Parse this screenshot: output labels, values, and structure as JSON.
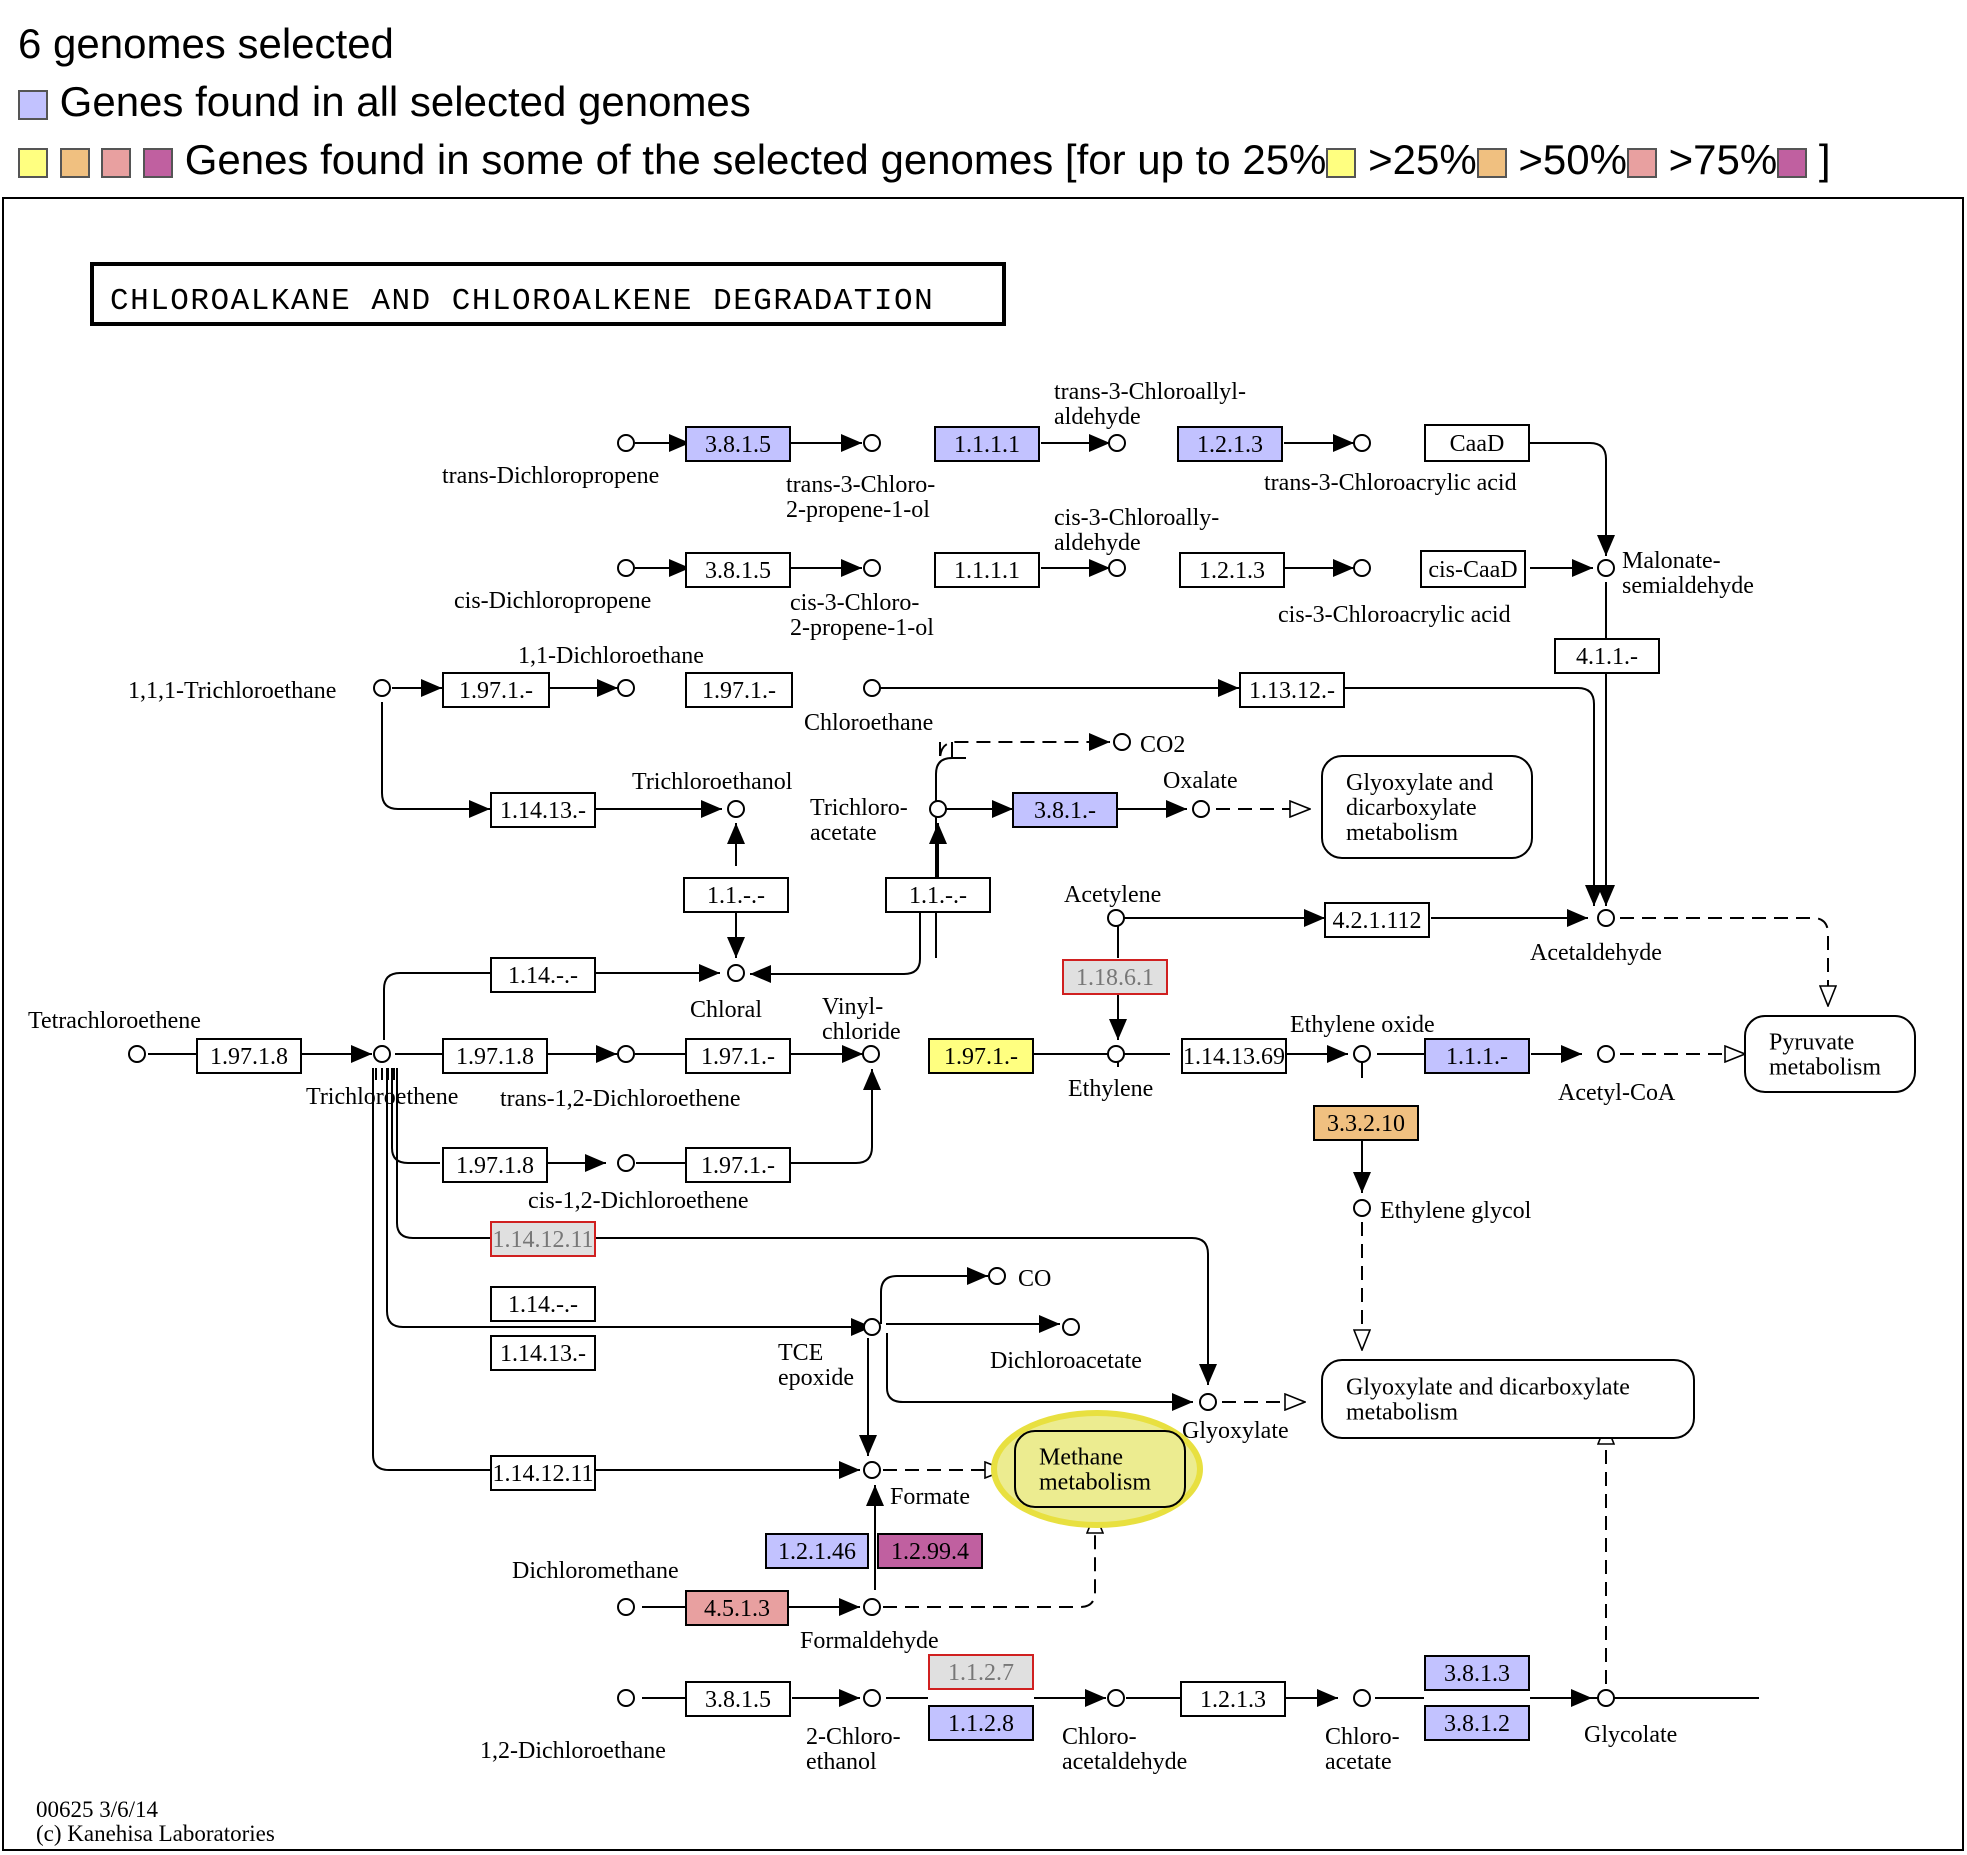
{
  "legend": {
    "genomes_selected": "6 genomes selected",
    "all_label": "Genes found in all selected genomes",
    "some_label": "Genes found in some of the selected genomes [for up to 25%",
    "gt25": ">25%",
    "gt50": ">50%",
    "gt75": ">75%",
    "close": "]"
  },
  "colors": {
    "all": "#c2c2ff",
    "upto25": "#ffff80",
    "gt25": "#f0c080",
    "gt50": "#e8a0a0",
    "gt75": "#c060a0",
    "none": "#ffffff",
    "missing": "#e0e0e0",
    "missing_border": "#d02020",
    "highlight": "#ecec90",
    "highlight_ring": "#e8e040"
  },
  "map": {
    "title": "CHLOROALKANE AND CHLOROALKENE DEGRADATION",
    "map_id": "00625 3/6/14",
    "copyright": "(c) Kanehisa Laboratories"
  },
  "enzymes": [
    {
      "id": "e1",
      "label": "3.8.1.5",
      "status": "all"
    },
    {
      "id": "e2",
      "label": "1.1.1.1",
      "status": "all"
    },
    {
      "id": "e3",
      "label": "1.2.1.3",
      "status": "all"
    },
    {
      "id": "e4",
      "label": "CaaD",
      "status": "none"
    },
    {
      "id": "e5",
      "label": "3.8.1.5",
      "status": "none"
    },
    {
      "id": "e6",
      "label": "1.1.1.1",
      "status": "none"
    },
    {
      "id": "e7",
      "label": "1.2.1.3",
      "status": "none"
    },
    {
      "id": "e8",
      "label": "cis-CaaD",
      "status": "none"
    },
    {
      "id": "e9",
      "label": "4.1.1.-",
      "status": "none"
    },
    {
      "id": "e10",
      "label": "1.97.1.-",
      "status": "none"
    },
    {
      "id": "e11",
      "label": "1.97.1.-",
      "status": "none"
    },
    {
      "id": "e12",
      "label": "1.13.12.-",
      "status": "none"
    },
    {
      "id": "e13",
      "label": "1.14.13.-",
      "status": "none"
    },
    {
      "id": "e14",
      "label": "3.8.1.-",
      "status": "all"
    },
    {
      "id": "e15",
      "label": "1.1.-.-",
      "status": "none"
    },
    {
      "id": "e16",
      "label": "1.1.-.-",
      "status": "none"
    },
    {
      "id": "e17",
      "label": "1.18.6.1",
      "status": "missing"
    },
    {
      "id": "e18",
      "label": "4.2.1.112",
      "status": "none"
    },
    {
      "id": "e19",
      "label": "1.14.-.-",
      "status": "none"
    },
    {
      "id": "e20",
      "label": "1.97.1.8",
      "status": "none"
    },
    {
      "id": "e21",
      "label": "1.97.1.8",
      "status": "none"
    },
    {
      "id": "e22",
      "label": "1.97.1.-",
      "status": "none"
    },
    {
      "id": "e23",
      "label": "1.97.1.-",
      "status": "upto25"
    },
    {
      "id": "e24",
      "label": "1.14.13.69",
      "status": "none"
    },
    {
      "id": "e25",
      "label": "1.1.1.-",
      "status": "all"
    },
    {
      "id": "e26",
      "label": "3.3.2.10",
      "status": "gt25"
    },
    {
      "id": "e27",
      "label": "1.97.1.8",
      "status": "none"
    },
    {
      "id": "e28",
      "label": "1.97.1.-",
      "status": "none"
    },
    {
      "id": "e29",
      "label": "1.14.12.11",
      "status": "missing"
    },
    {
      "id": "e30",
      "label": "1.14.-.-",
      "status": "none"
    },
    {
      "id": "e31",
      "label": "1.14.13.-",
      "status": "none"
    },
    {
      "id": "e32",
      "label": "1.14.12.11",
      "status": "none"
    },
    {
      "id": "e33",
      "label": "1.2.1.46",
      "status": "all"
    },
    {
      "id": "e34",
      "label": "1.2.99.4",
      "status": "gt75"
    },
    {
      "id": "e35",
      "label": "4.5.1.3",
      "status": "gt50"
    },
    {
      "id": "e36",
      "label": "3.8.1.5",
      "status": "none"
    },
    {
      "id": "e37",
      "label": "1.1.2.7",
      "status": "missing"
    },
    {
      "id": "e38",
      "label": "1.1.2.8",
      "status": "all"
    },
    {
      "id": "e39",
      "label": "1.2.1.3",
      "status": "none"
    },
    {
      "id": "e40",
      "label": "3.8.1.3",
      "status": "all"
    },
    {
      "id": "e41",
      "label": "3.8.1.2",
      "status": "all"
    }
  ],
  "compounds": [
    {
      "id": "c1",
      "lines": [
        "trans-Dichloropropene"
      ]
    },
    {
      "id": "c2",
      "lines": [
        "trans-3-Chloro-",
        "2-propene-1-ol"
      ]
    },
    {
      "id": "c3",
      "lines": [
        "trans-3-Chloroallyl-",
        "aldehyde"
      ]
    },
    {
      "id": "c4",
      "lines": [
        "trans-3-Chloroacrylic acid"
      ]
    },
    {
      "id": "c5",
      "lines": [
        "Malonate-",
        "semialdehyde"
      ]
    },
    {
      "id": "c6",
      "lines": [
        "cis-Dichloropropene"
      ]
    },
    {
      "id": "c7",
      "lines": [
        "cis-3-Chloro-",
        "2-propene-1-ol"
      ]
    },
    {
      "id": "c8",
      "lines": [
        "cis-3-Chloroally-",
        "aldehyde"
      ]
    },
    {
      "id": "c9",
      "lines": [
        "cis-3-Chloroacrylic acid"
      ]
    },
    {
      "id": "c10",
      "lines": [
        "1,1,1-Trichloroethane"
      ]
    },
    {
      "id": "c11",
      "lines": [
        "1,1-Dichloroethane"
      ]
    },
    {
      "id": "c12",
      "lines": [
        "Chloroethane"
      ]
    },
    {
      "id": "c13",
      "lines": [
        "CO2"
      ]
    },
    {
      "id": "c14",
      "lines": [
        "Trichloroethanol"
      ]
    },
    {
      "id": "c15",
      "lines": [
        "Trichloro-",
        "acetate"
      ]
    },
    {
      "id": "c16",
      "lines": [
        "Oxalate"
      ]
    },
    {
      "id": "c17",
      "lines": [
        "Acetylene"
      ]
    },
    {
      "id": "c18",
      "lines": [
        "Acetaldehyde"
      ]
    },
    {
      "id": "c19",
      "lines": [
        "Chloral"
      ]
    },
    {
      "id": "c20",
      "lines": [
        "Vinyl-",
        "chloride"
      ]
    },
    {
      "id": "c21",
      "lines": [
        "Tetrachloroethene"
      ]
    },
    {
      "id": "c22",
      "lines": [
        "Trichloroethene"
      ]
    },
    {
      "id": "c23",
      "lines": [
        "trans-1,2-Dichloroethene"
      ]
    },
    {
      "id": "c24",
      "lines": [
        "Ethylene"
      ]
    },
    {
      "id": "c25",
      "lines": [
        "Ethylene oxide"
      ]
    },
    {
      "id": "c26",
      "lines": [
        "Acetyl-CoA"
      ]
    },
    {
      "id": "c27",
      "lines": [
        "cis-1,2-Dichloroethene"
      ]
    },
    {
      "id": "c28",
      "lines": [
        "Ethylene glycol"
      ]
    },
    {
      "id": "c29",
      "lines": [
        "CO"
      ]
    },
    {
      "id": "c30",
      "lines": [
        "TCE",
        "epoxide"
      ]
    },
    {
      "id": "c31",
      "lines": [
        "Dichloroacetate"
      ]
    },
    {
      "id": "c32",
      "lines": [
        "Glyoxylate"
      ]
    },
    {
      "id": "c33",
      "lines": [
        "Formate"
      ]
    },
    {
      "id": "c34",
      "lines": [
        "Dichloromethane"
      ]
    },
    {
      "id": "c35",
      "lines": [
        "Formaldehyde"
      ]
    },
    {
      "id": "c36",
      "lines": [
        "1,2-Dichloroethane"
      ]
    },
    {
      "id": "c37",
      "lines": [
        "2-Chloro-",
        "ethanol"
      ]
    },
    {
      "id": "c38",
      "lines": [
        "Chloro-",
        "acetaldehyde"
      ]
    },
    {
      "id": "c39",
      "lines": [
        "Chloro-",
        "acetate"
      ]
    },
    {
      "id": "c40",
      "lines": [
        "Glycolate"
      ]
    }
  ],
  "pathways": [
    {
      "id": "p1",
      "lines": [
        "Glyoxylate and",
        "dicarboxylate",
        "metabolism"
      ],
      "highlight": false
    },
    {
      "id": "p2",
      "lines": [
        "Pyruvate",
        "metabolism"
      ],
      "highlight": false
    },
    {
      "id": "p3",
      "lines": [
        "Glyoxylate and dicarboxylate",
        "metabolism"
      ],
      "highlight": false
    },
    {
      "id": "p4",
      "lines": [
        "Methane",
        "metabolism"
      ],
      "highlight": true
    }
  ]
}
